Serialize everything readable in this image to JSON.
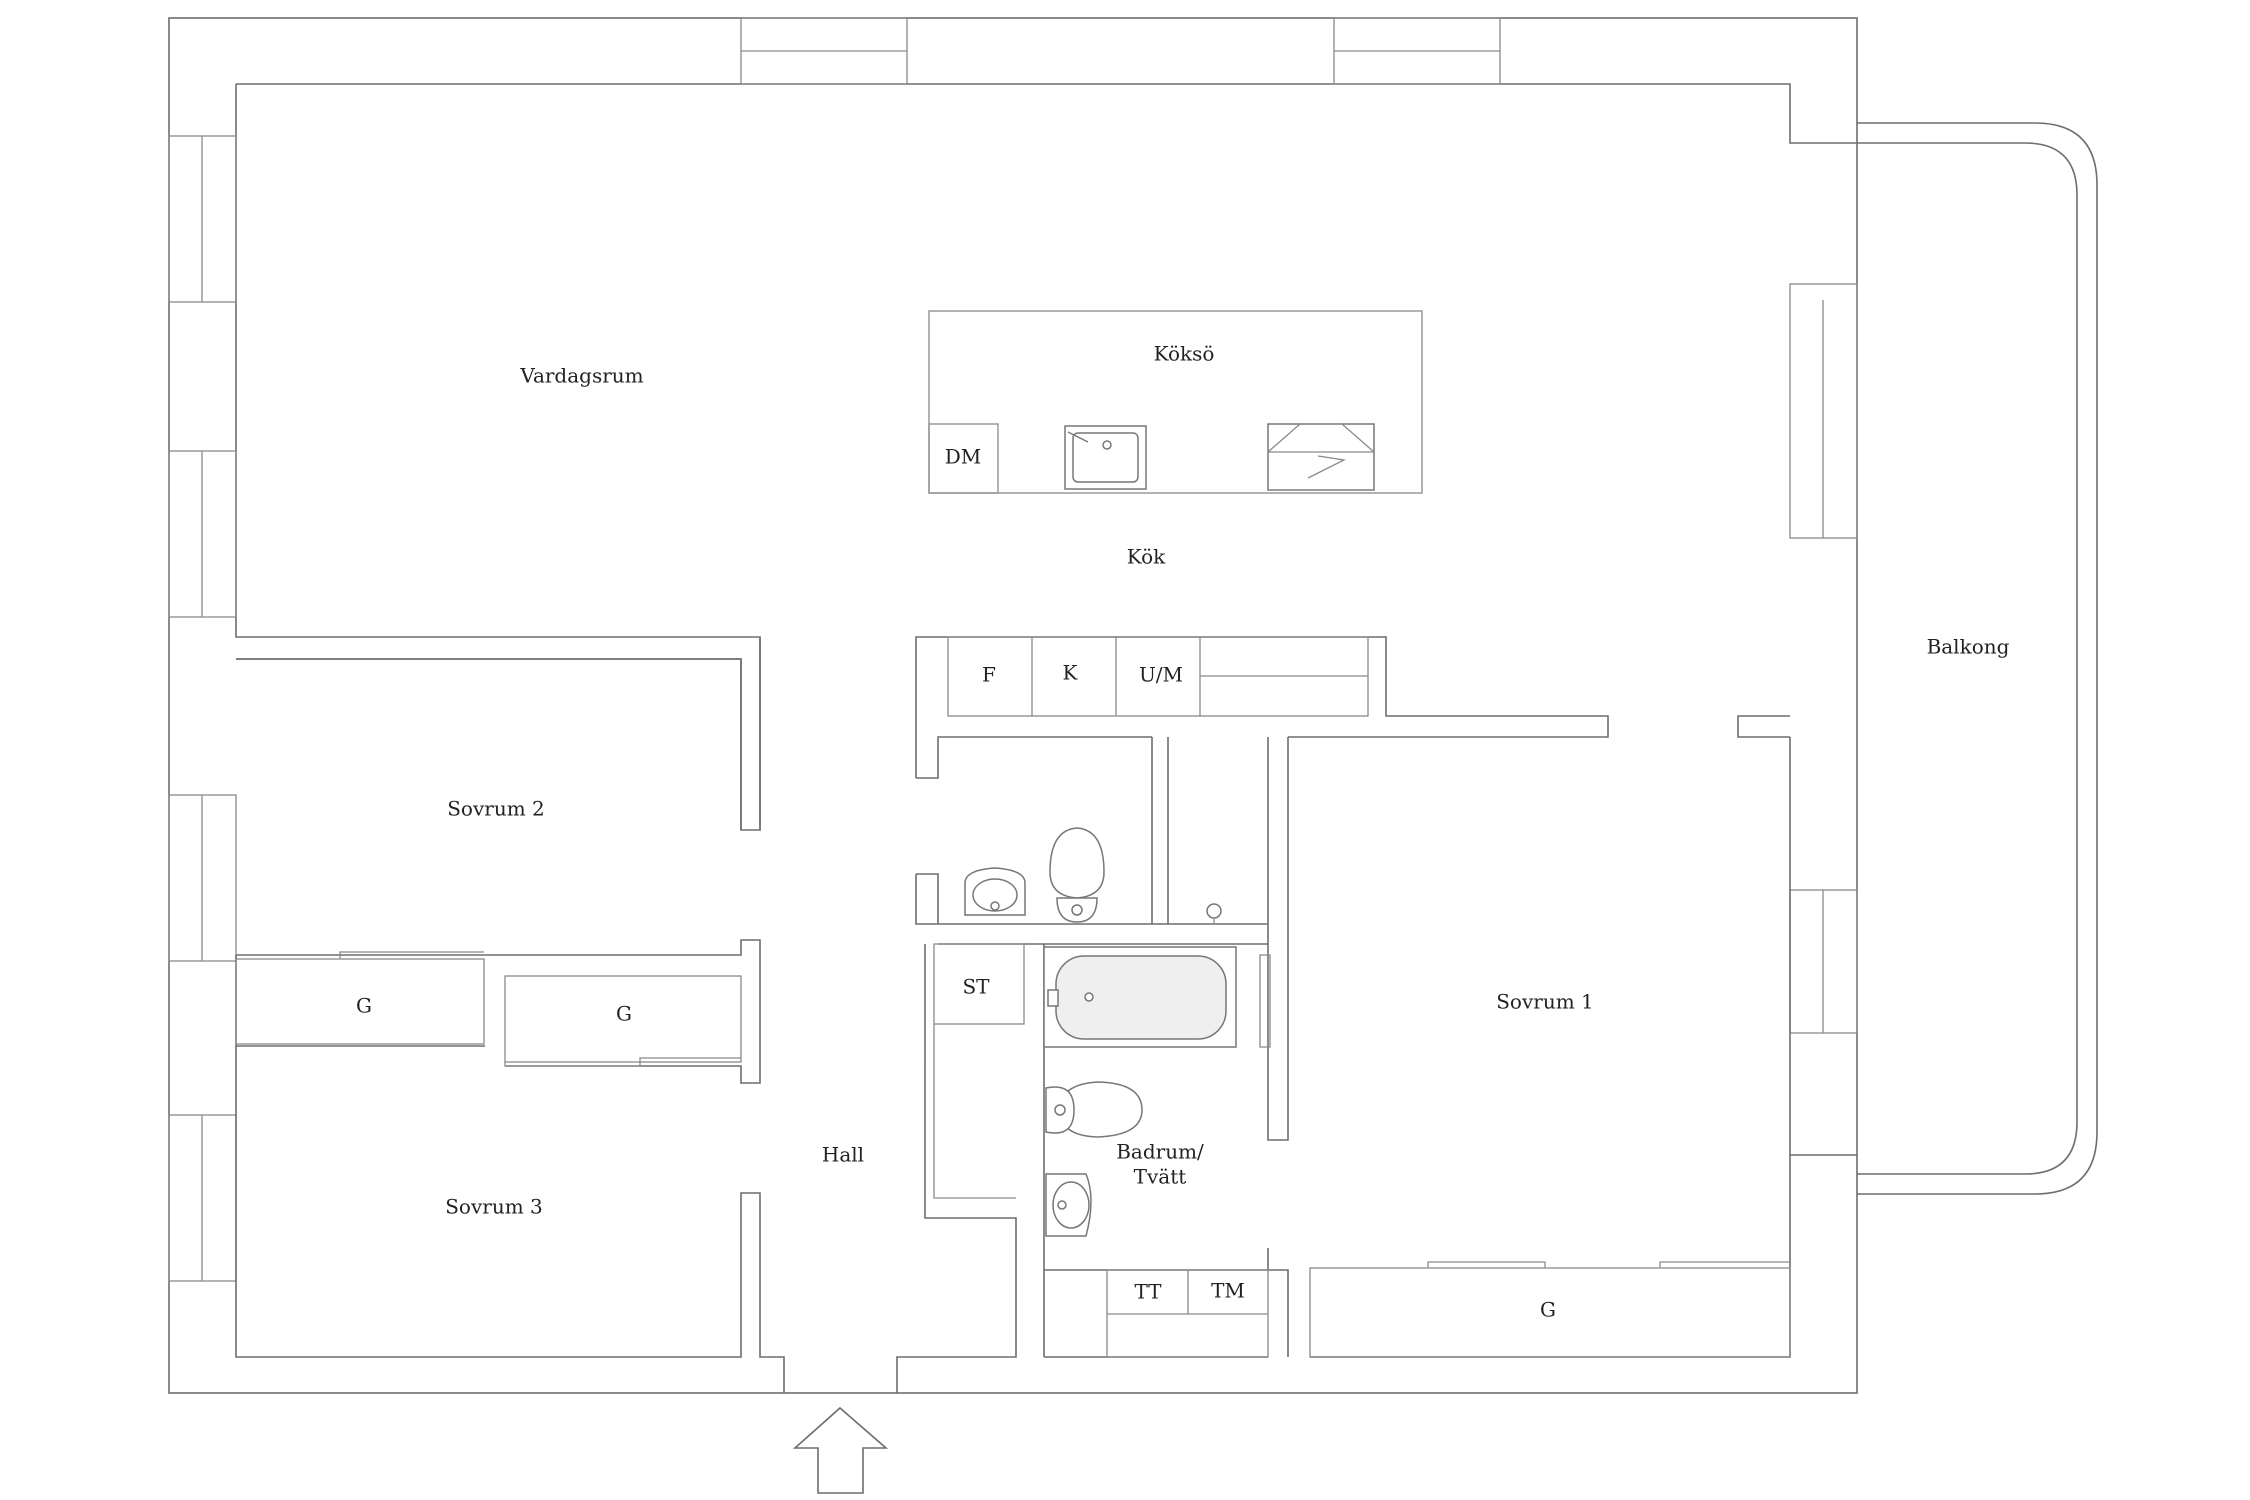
{
  "rooms": {
    "vardagsrum": "Vardagsrum",
    "koksö": "Köksö",
    "kok": "Kök",
    "balkong": "Balkong",
    "sovrum1": "Sovrum 1",
    "sovrum2": "Sovrum 2",
    "sovrum3": "Sovrum 3",
    "hall": "Hall",
    "badrum_line1": "Badrum/",
    "badrum_line2": "Tvätt"
  },
  "fixtures": {
    "dm": "DM",
    "f": "F",
    "k": "K",
    "um": "U/M",
    "st": "ST",
    "tt": "TT",
    "tm": "TM",
    "g_sovrum2": "G",
    "g_sovrum3": "G",
    "g_sovrum1": "G"
  },
  "colors": {
    "wall_line": "#6e6e6e",
    "background": "#ffffff",
    "label_text": "#222222"
  }
}
